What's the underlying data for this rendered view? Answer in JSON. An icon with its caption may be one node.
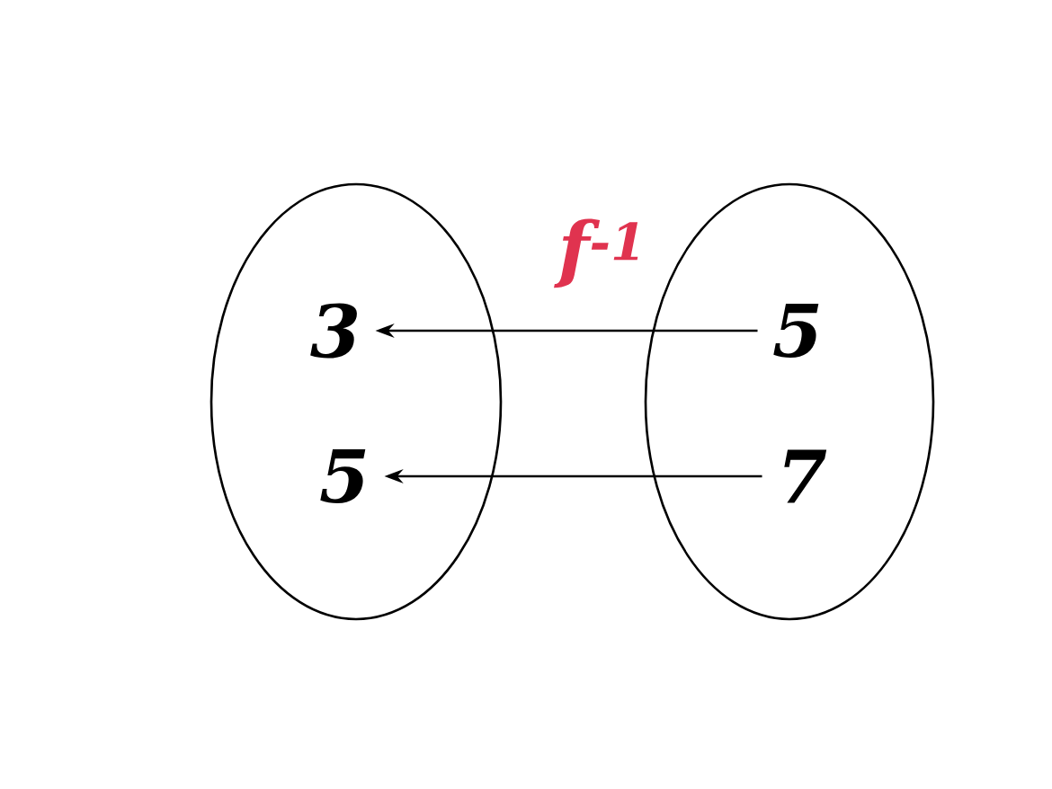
{
  "diagram": {
    "nodes": [
      {
        "text": [],
        "shape": "ellipse"
      },
      {
        "text": [],
        "shape": "ellipse"
      },
      {
        "text": [
          "3"
        ],
        "in": 0
      },
      {
        "text": [
          "5"
        ],
        "in": 0
      },
      {
        "text": [
          "5"
        ],
        "in": 1
      },
      {
        "text": [
          "7"
        ],
        "in": 1
      }
    ],
    "edges": [
      {
        "from": 4,
        "to": 2,
        "arrow": "to"
      },
      {
        "from": 5,
        "to": 3,
        "arrow": "to"
      }
    ],
    "labels": [
      "f$^{-1}$"
    ]
  }
}
